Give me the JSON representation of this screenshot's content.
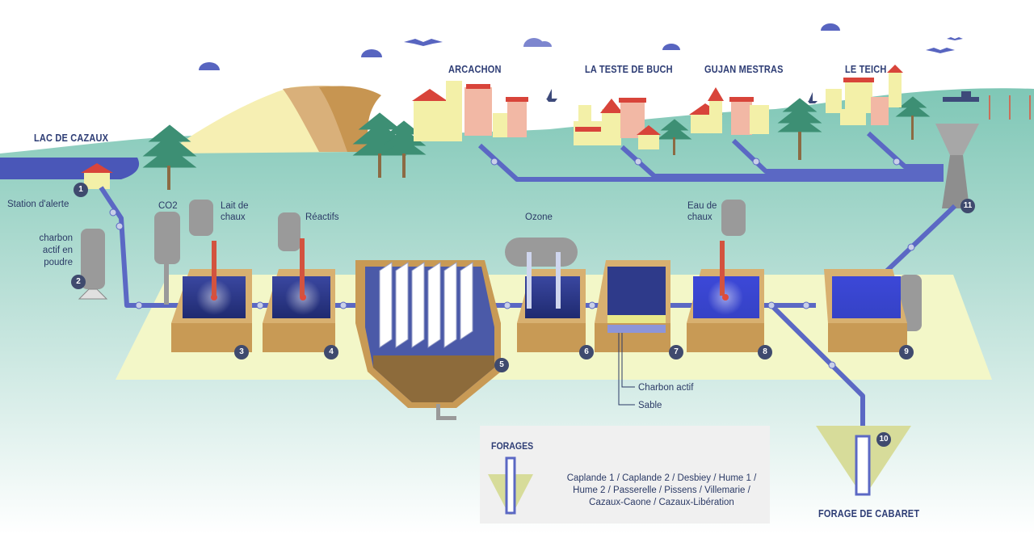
{
  "towns": {
    "lac": "LAC DE CAZAUX",
    "arcachon": "ARCACHON",
    "testedebuch": "LA TESTE DE BUCH",
    "gujan": "GUJAN MESTRAS",
    "teich": "LE TEICH"
  },
  "labels": {
    "station": "Station d'alerte",
    "charbon_poudre": "charbon actif en poudre",
    "co2": "CO2",
    "lait_chaux": "Lait de chaux",
    "reactifs": "Réactifs",
    "ozone": "Ozone",
    "eau_chaux": "Eau de chaux",
    "charbon_actif": "Charbon actif",
    "sable": "Sable",
    "forage_cabaret": "FORAGE DE CABARET"
  },
  "steps": [
    "1",
    "2",
    "3",
    "4",
    "5",
    "6",
    "7",
    "8",
    "9",
    "10",
    "11"
  ],
  "legend": {
    "title": "FORAGES",
    "text": "Caplande 1 / Caplande 2 / Desbiey / Hume 1 / Hume 2 / Passerelle / Pissens / Villemarie / Cazaux-Caone / Cazaux-Libération"
  },
  "colors": {
    "pipe": "#5b68c4",
    "sky_gradient_bottom": "#cfe8e4",
    "ground": "#f3f7c8",
    "tank": "#c89a55",
    "water": "#2e3a8a",
    "text": "#2e3d75"
  }
}
